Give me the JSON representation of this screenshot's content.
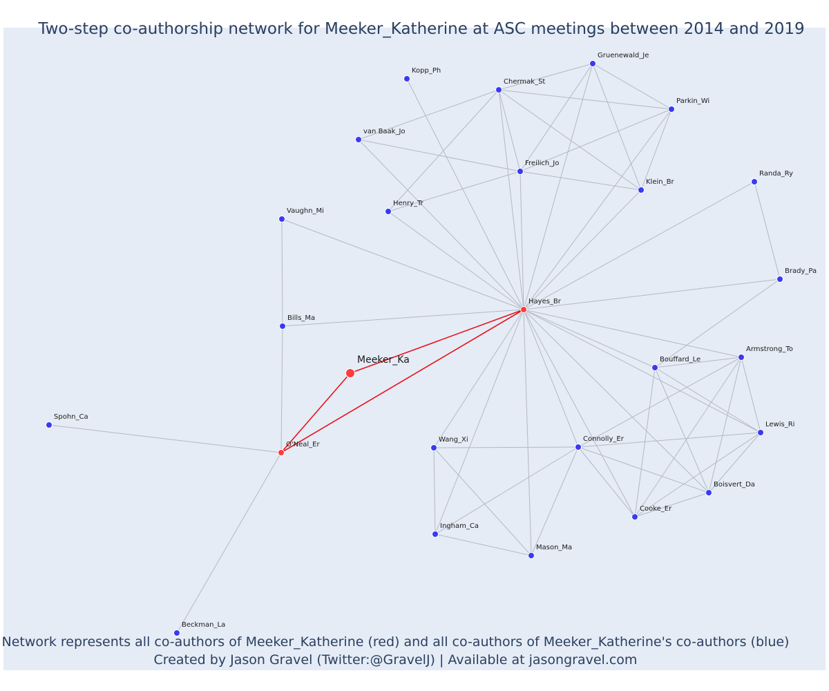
{
  "title": "Two-step co-authorship network for Meeker_Katherine at ASC meetings between 2014 and 2019",
  "caption_line1": "Network represents all co-authors of Meeker_Katherine (red) and all co-authors of Meeker_Katherine's co-authors (blue)",
  "caption_line2": "Created by Jason Gravel (Twitter:@GravelJ) | Available at jasongravel.com",
  "colors": {
    "focal": "#ff3b3b",
    "coauthor": "#ff3b3b",
    "second_step": "#3a3af2",
    "edge": "#b4b8c4",
    "focal_edge": "#e8121a",
    "background": "#e5ecf6"
  },
  "nodes": [
    {
      "id": "Meeker_Ka",
      "role": "focal"
    },
    {
      "id": "Hayes_Br",
      "role": "coauthor"
    },
    {
      "id": "O'Neal_Er",
      "role": "coauthor"
    },
    {
      "id": "Gruenewald_Je",
      "role": "second_step"
    },
    {
      "id": "Kopp_Ph",
      "role": "second_step"
    },
    {
      "id": "Chermak_St",
      "role": "second_step"
    },
    {
      "id": "Parkin_Wi",
      "role": "second_step"
    },
    {
      "id": "van Baak_Jo",
      "role": "second_step"
    },
    {
      "id": "Freilich_Jo",
      "role": "second_step"
    },
    {
      "id": "Klein_Br",
      "role": "second_step"
    },
    {
      "id": "Randa_Ry",
      "role": "second_step"
    },
    {
      "id": "Henry_Tr",
      "role": "second_step"
    },
    {
      "id": "Vaughn_Mi",
      "role": "second_step"
    },
    {
      "id": "Brady_Pa",
      "role": "second_step"
    },
    {
      "id": "Bills_Ma",
      "role": "second_step"
    },
    {
      "id": "Armstrong_To",
      "role": "second_step"
    },
    {
      "id": "Bouffard_Le",
      "role": "second_step"
    },
    {
      "id": "Spohn_Ca",
      "role": "second_step"
    },
    {
      "id": "Lewis_Ri",
      "role": "second_step"
    },
    {
      "id": "Wang_Xi",
      "role": "second_step"
    },
    {
      "id": "Connolly_Er",
      "role": "second_step"
    },
    {
      "id": "Boisvert_Da",
      "role": "second_step"
    },
    {
      "id": "Cooke_Er",
      "role": "second_step"
    },
    {
      "id": "Ingham_Ca",
      "role": "second_step"
    },
    {
      "id": "Mason_Ma",
      "role": "second_step"
    },
    {
      "id": "Beckman_La",
      "role": "second_step"
    }
  ],
  "edges": [
    [
      "Meeker_Ka",
      "Hayes_Br"
    ],
    [
      "Meeker_Ka",
      "O'Neal_Er"
    ],
    [
      "Hayes_Br",
      "O'Neal_Er"
    ],
    [
      "O'Neal_Er",
      "Spohn_Ca"
    ],
    [
      "O'Neal_Er",
      "Beckman_La"
    ],
    [
      "O'Neal_Er",
      "Bills_Ma"
    ],
    [
      "Bills_Ma",
      "Vaughn_Mi"
    ],
    [
      "Bills_Ma",
      "Hayes_Br"
    ],
    [
      "Vaughn_Mi",
      "Hayes_Br"
    ],
    [
      "Hayes_Br",
      "Kopp_Ph"
    ],
    [
      "Hayes_Br",
      "Chermak_St"
    ],
    [
      "Hayes_Br",
      "Gruenewald_Je"
    ],
    [
      "Hayes_Br",
      "Parkin_Wi"
    ],
    [
      "Hayes_Br",
      "van Baak_Jo"
    ],
    [
      "Hayes_Br",
      "Freilich_Jo"
    ],
    [
      "Hayes_Br",
      "Klein_Br"
    ],
    [
      "Hayes_Br",
      "Randa_Ry"
    ],
    [
      "Hayes_Br",
      "Henry_Tr"
    ],
    [
      "Hayes_Br",
      "Brady_Pa"
    ],
    [
      "Hayes_Br",
      "Armstrong_To"
    ],
    [
      "Hayes_Br",
      "Bouffard_Le"
    ],
    [
      "Hayes_Br",
      "Lewis_Ri"
    ],
    [
      "Hayes_Br",
      "Wang_Xi"
    ],
    [
      "Hayes_Br",
      "Connolly_Er"
    ],
    [
      "Hayes_Br",
      "Boisvert_Da"
    ],
    [
      "Hayes_Br",
      "Cooke_Er"
    ],
    [
      "Hayes_Br",
      "Ingham_Ca"
    ],
    [
      "Hayes_Br",
      "Mason_Ma"
    ],
    [
      "Chermak_St",
      "Gruenewald_Je"
    ],
    [
      "Chermak_St",
      "Parkin_Wi"
    ],
    [
      "Chermak_St",
      "van Baak_Jo"
    ],
    [
      "Chermak_St",
      "Freilich_Jo"
    ],
    [
      "Chermak_St",
      "Klein_Br"
    ],
    [
      "Chermak_St",
      "Henry_Tr"
    ],
    [
      "Gruenewald_Je",
      "Parkin_Wi"
    ],
    [
      "Gruenewald_Je",
      "Freilich_Jo"
    ],
    [
      "Gruenewald_Je",
      "Klein_Br"
    ],
    [
      "Parkin_Wi",
      "Freilich_Jo"
    ],
    [
      "Parkin_Wi",
      "Klein_Br"
    ],
    [
      "van Baak_Jo",
      "Freilich_Jo"
    ],
    [
      "Freilich_Jo",
      "Klein_Br"
    ],
    [
      "Freilich_Jo",
      "Henry_Tr"
    ],
    [
      "Randa_Ry",
      "Brady_Pa"
    ],
    [
      "Brady_Pa",
      "Bouffard_Le"
    ],
    [
      "Armstrong_To",
      "Bouffard_Le"
    ],
    [
      "Armstrong_To",
      "Lewis_Ri"
    ],
    [
      "Armstrong_To",
      "Connolly_Er"
    ],
    [
      "Armstrong_To",
      "Cooke_Er"
    ],
    [
      "Armstrong_To",
      "Boisvert_Da"
    ],
    [
      "Bouffard_Le",
      "Lewis_Ri"
    ],
    [
      "Bouffard_Le",
      "Cooke_Er"
    ],
    [
      "Bouffard_Le",
      "Boisvert_Da"
    ],
    [
      "Lewis_Ri",
      "Connolly_Er"
    ],
    [
      "Lewis_Ri",
      "Boisvert_Da"
    ],
    [
      "Lewis_Ri",
      "Cooke_Er"
    ],
    [
      "Connolly_Er",
      "Wang_Xi"
    ],
    [
      "Connolly_Er",
      "Boisvert_Da"
    ],
    [
      "Connolly_Er",
      "Cooke_Er"
    ],
    [
      "Connolly_Er",
      "Ingham_Ca"
    ],
    [
      "Connolly_Er",
      "Mason_Ma"
    ],
    [
      "Boisvert_Da",
      "Cooke_Er"
    ],
    [
      "Wang_Xi",
      "Ingham_Ca"
    ],
    [
      "Wang_Xi",
      "Mason_Ma"
    ],
    [
      "Ingham_Ca",
      "Mason_Ma"
    ]
  ]
}
